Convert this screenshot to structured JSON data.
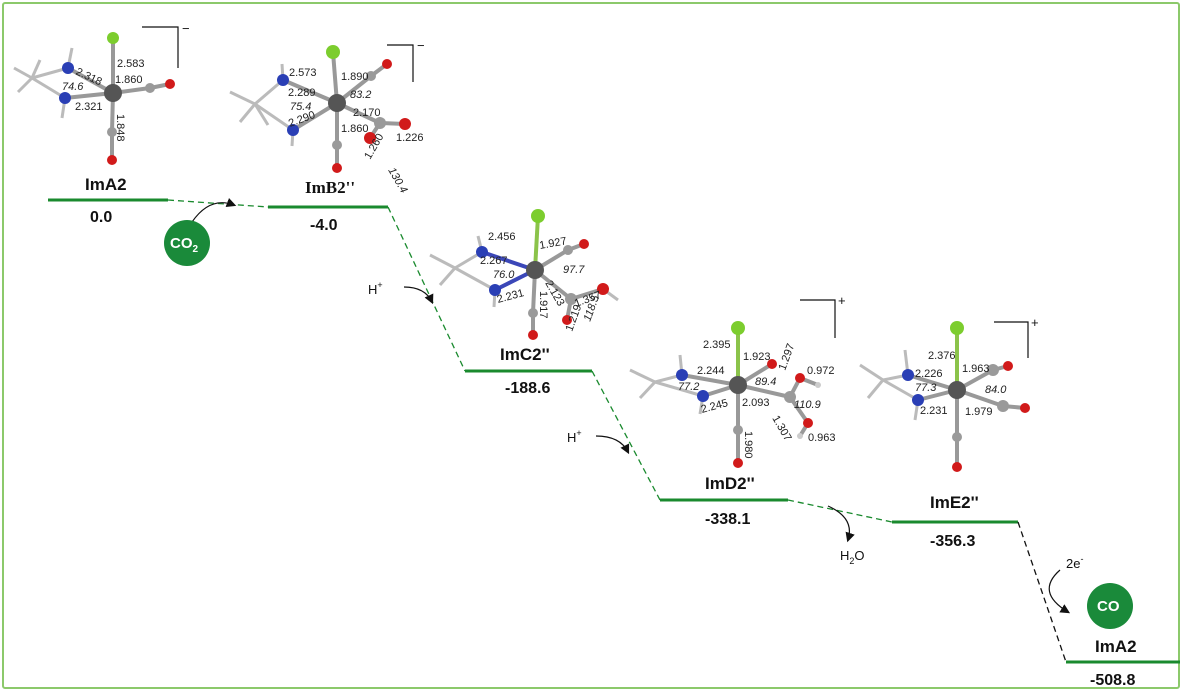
{
  "colors": {
    "level": "#1a8a2e",
    "connector_green": "#1a8a2e",
    "connector_black": "#111111",
    "badge": "#1a8a3a",
    "metal": "#555555",
    "nitrogen": "#2a3fb5",
    "oxygen": "#d11a1a",
    "chlorine": "#7ccd2e",
    "carbon": "#9a9a9a",
    "frame": "#8cc96b"
  },
  "states": [
    {
      "id": "ImA2",
      "label": "ImA2",
      "energy": "0.0"
    },
    {
      "id": "ImB2",
      "label": "ImB2''",
      "energy": "-4.0"
    },
    {
      "id": "ImC2",
      "label": "ImC2''",
      "energy": "-188.6"
    },
    {
      "id": "ImD2",
      "label": "ImD2''",
      "energy": "-338.1"
    },
    {
      "id": "ImE2",
      "label": "ImE2''",
      "energy": "-356.3"
    },
    {
      "id": "ImA2_final",
      "label": "ImA2",
      "energy": "-508.8"
    }
  ],
  "reagents": {
    "co2": {
      "text": "CO",
      "sub": "2"
    },
    "h1": {
      "text": "H",
      "sup": "+"
    },
    "h2": {
      "text": "H",
      "sup": "+"
    },
    "h2o": {
      "text": "H",
      "sub": "2",
      "tail": "O"
    },
    "electrons": {
      "text": "2e",
      "sup": "-"
    },
    "co": {
      "text": "CO"
    }
  },
  "charges": {
    "ImA2": "−",
    "ImB2": "−",
    "ImD2": "+",
    "ImE2": "+"
  },
  "geometry_labels": {
    "ImA2": [
      "2.583",
      "2.318",
      "1.860",
      "74.6",
      "2.321",
      "1.848"
    ],
    "ImB2": [
      "2.573",
      "1.890",
      "2.289",
      "83.2",
      "75.4",
      "2.170",
      "2.290",
      "1.860",
      "1.226",
      "1.260",
      "130.4"
    ],
    "ImC2": [
      "2.456",
      "1.927",
      "2.267",
      "97.7",
      "76.0",
      "2.123",
      "1.357",
      "2.231",
      "1.917",
      "1.219",
      "118.5"
    ],
    "ImD2": [
      "2.395",
      "1.923",
      "2.244",
      "1.297",
      "0.972",
      "77.2",
      "89.4",
      "2.245",
      "2.093",
      "110.9",
      "1.980",
      "1.307",
      "0.963"
    ],
    "ImE2": [
      "2.376",
      "1.963",
      "2.226",
      "77.3",
      "84.0",
      "2.231",
      "1.979"
    ]
  }
}
